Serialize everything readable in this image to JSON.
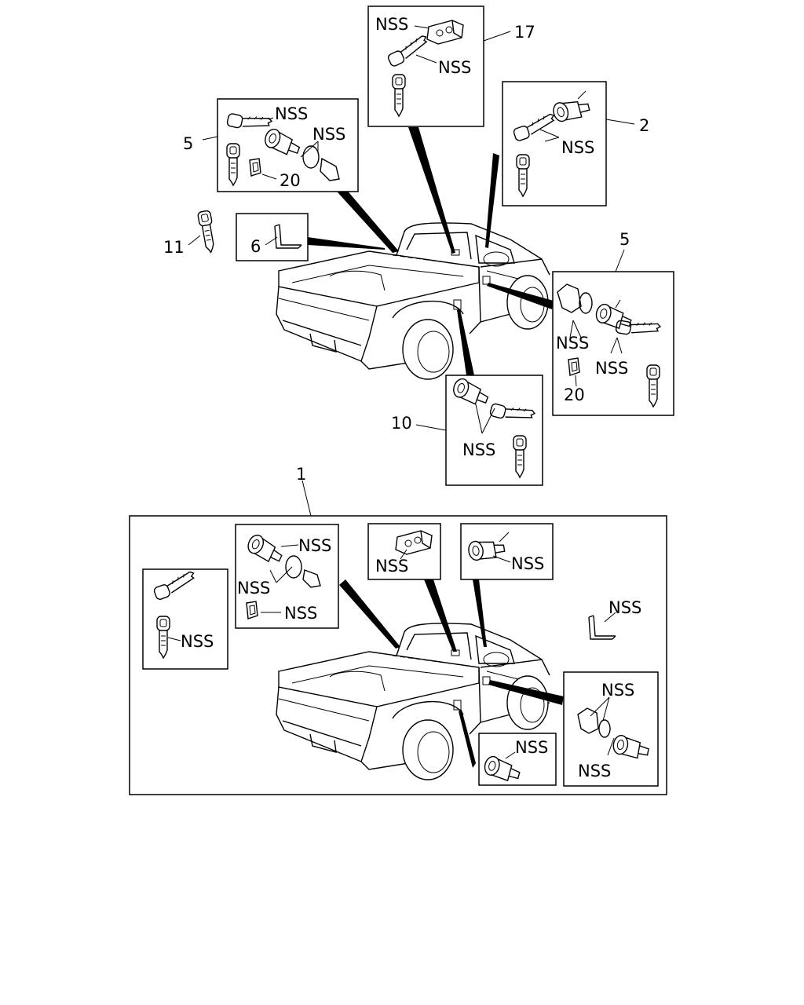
{
  "callouts": {
    "key_11": "11",
    "bracket_6": "6",
    "ignition_5": "5",
    "clip_20_top": "20",
    "ignition_nss_a": "NSS",
    "ignition_nss_b": "NSS",
    "glovebox_17": "17",
    "glovebox_nss_a": "NSS",
    "glovebox_nss_b": "NSS",
    "door_2": "2",
    "door_2_nss": "NSS",
    "door_5": "5",
    "door_5_nss_a": "NSS",
    "door_5_nss_b": "NSS",
    "clip_20_right": "20",
    "tailgate_10": "10",
    "tailgate_nss": "NSS",
    "set_1": "1"
  },
  "kit": {
    "key_nss": "NSS",
    "ignition_nss_a": "NSS",
    "ignition_nss_b": "NSS",
    "ignition_clip_nss": "NSS",
    "glovebox_nss": "NSS",
    "door_nss": "NSS",
    "bracket_nss": "NSS",
    "tailgate_nss": "NSS",
    "door_right_nss_a": "NSS",
    "door_right_nss_b": "NSS"
  }
}
